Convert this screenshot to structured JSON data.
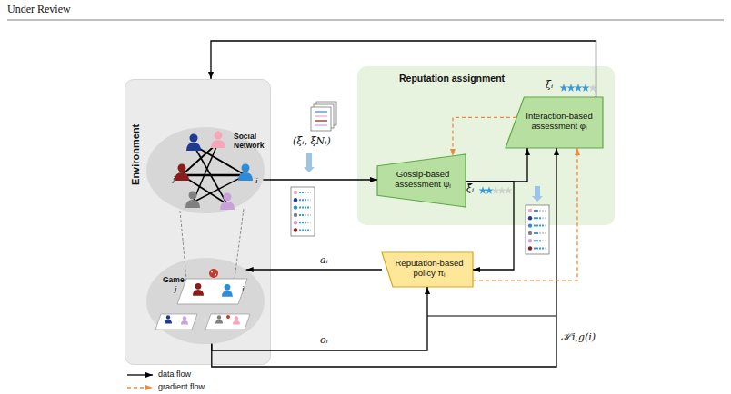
{
  "diagram": {
    "nodes": [
      {
        "text": [
          "Environment"
        ]
      },
      {
        "text": [
          "Social Network"
        ],
        "in": 0
      },
      {
        "text": [
          "Game"
        ],
        "in": 0
      },
      {
        "text": [
          "Reputation assignment"
        ]
      },
      {
        "text": [
          "Gossip-based assessment ψᵢ"
        ],
        "in": 3
      },
      {
        "text": [
          "Interaction-based assessment φᵢ"
        ],
        "in": 3
      },
      {
        "text": [
          "Reputation-based policy πᵢ"
        ]
      }
    ],
    "edges": [
      {
        "from": 1,
        "to": 4,
        "arrow": "to",
        "label": "(ξᵢ, ξNᵢ)"
      },
      {
        "from": 4,
        "to": 5,
        "arrow": "to",
        "label": "ξ̄ᵢ"
      },
      {
        "from": 4,
        "to": 6,
        "arrow": "to"
      },
      {
        "from": 5,
        "to": 0,
        "arrow": "to",
        "label": "ξᵢ"
      },
      {
        "from": 6,
        "to": 2,
        "arrow": "to",
        "label": "aᵢ"
      },
      {
        "from": 2,
        "to": 6,
        "arrow": "to",
        "label": "oᵢ"
      },
      {
        "from": 2,
        "to": 5,
        "arrow": "to",
        "label": "ℋi,g(i)"
      },
      {
        "from": 5,
        "to": 4,
        "arrow": "to"
      },
      {
        "from": 6,
        "to": 5,
        "arrow": "to"
      }
    ],
    "labels": [
      "Under Review",
      "j",
      "i",
      "j",
      "i"
    ],
    "legend": [
      {
        "text": "data flow"
      },
      {
        "text": "gradient flow"
      }
    ]
  }
}
